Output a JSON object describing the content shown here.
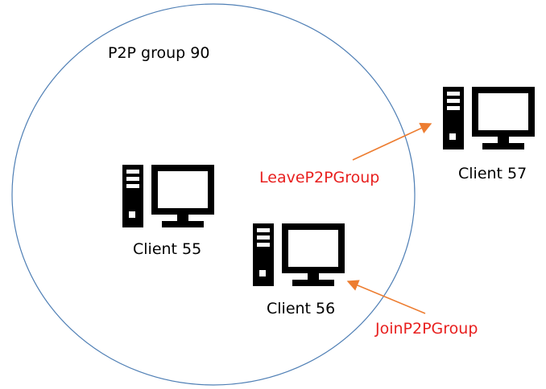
{
  "group": {
    "label": "P2P group 90",
    "border_color": "#4f7fb5"
  },
  "clients": [
    {
      "id": "c55",
      "label": "Client 55",
      "icon": "desktop-computer-icon"
    },
    {
      "id": "c56",
      "label": "Client 56",
      "icon": "desktop-computer-icon"
    },
    {
      "id": "c57",
      "label": "Client 57",
      "icon": "desktop-computer-icon"
    }
  ],
  "actions": {
    "leave": {
      "label": "LeaveP2PGroup"
    },
    "join": {
      "label": "JoinP2PGroup"
    }
  },
  "colors": {
    "arrow": "#ed7d31",
    "action_text": "#e8201f",
    "icon": "#000000"
  }
}
